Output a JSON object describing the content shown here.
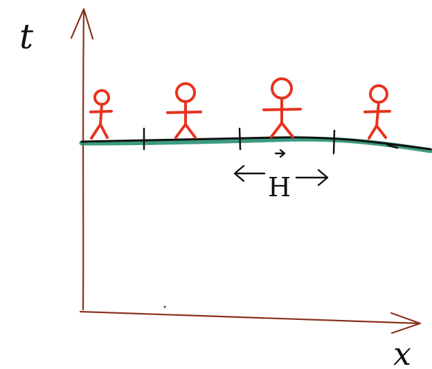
{
  "labels": {
    "t_axis": "t",
    "x_axis": "x",
    "spacing": "H",
    "spacing_has_vector_arrow": true
  },
  "figures": {
    "count": 4,
    "color": "#e8321e",
    "icon": "stick-figure-icon"
  },
  "colors": {
    "axes": "#8a2f1c",
    "line": "#111111",
    "line_highlight": "#1a8a6a",
    "figures": "#e8321e",
    "background": "#ffffff"
  }
}
